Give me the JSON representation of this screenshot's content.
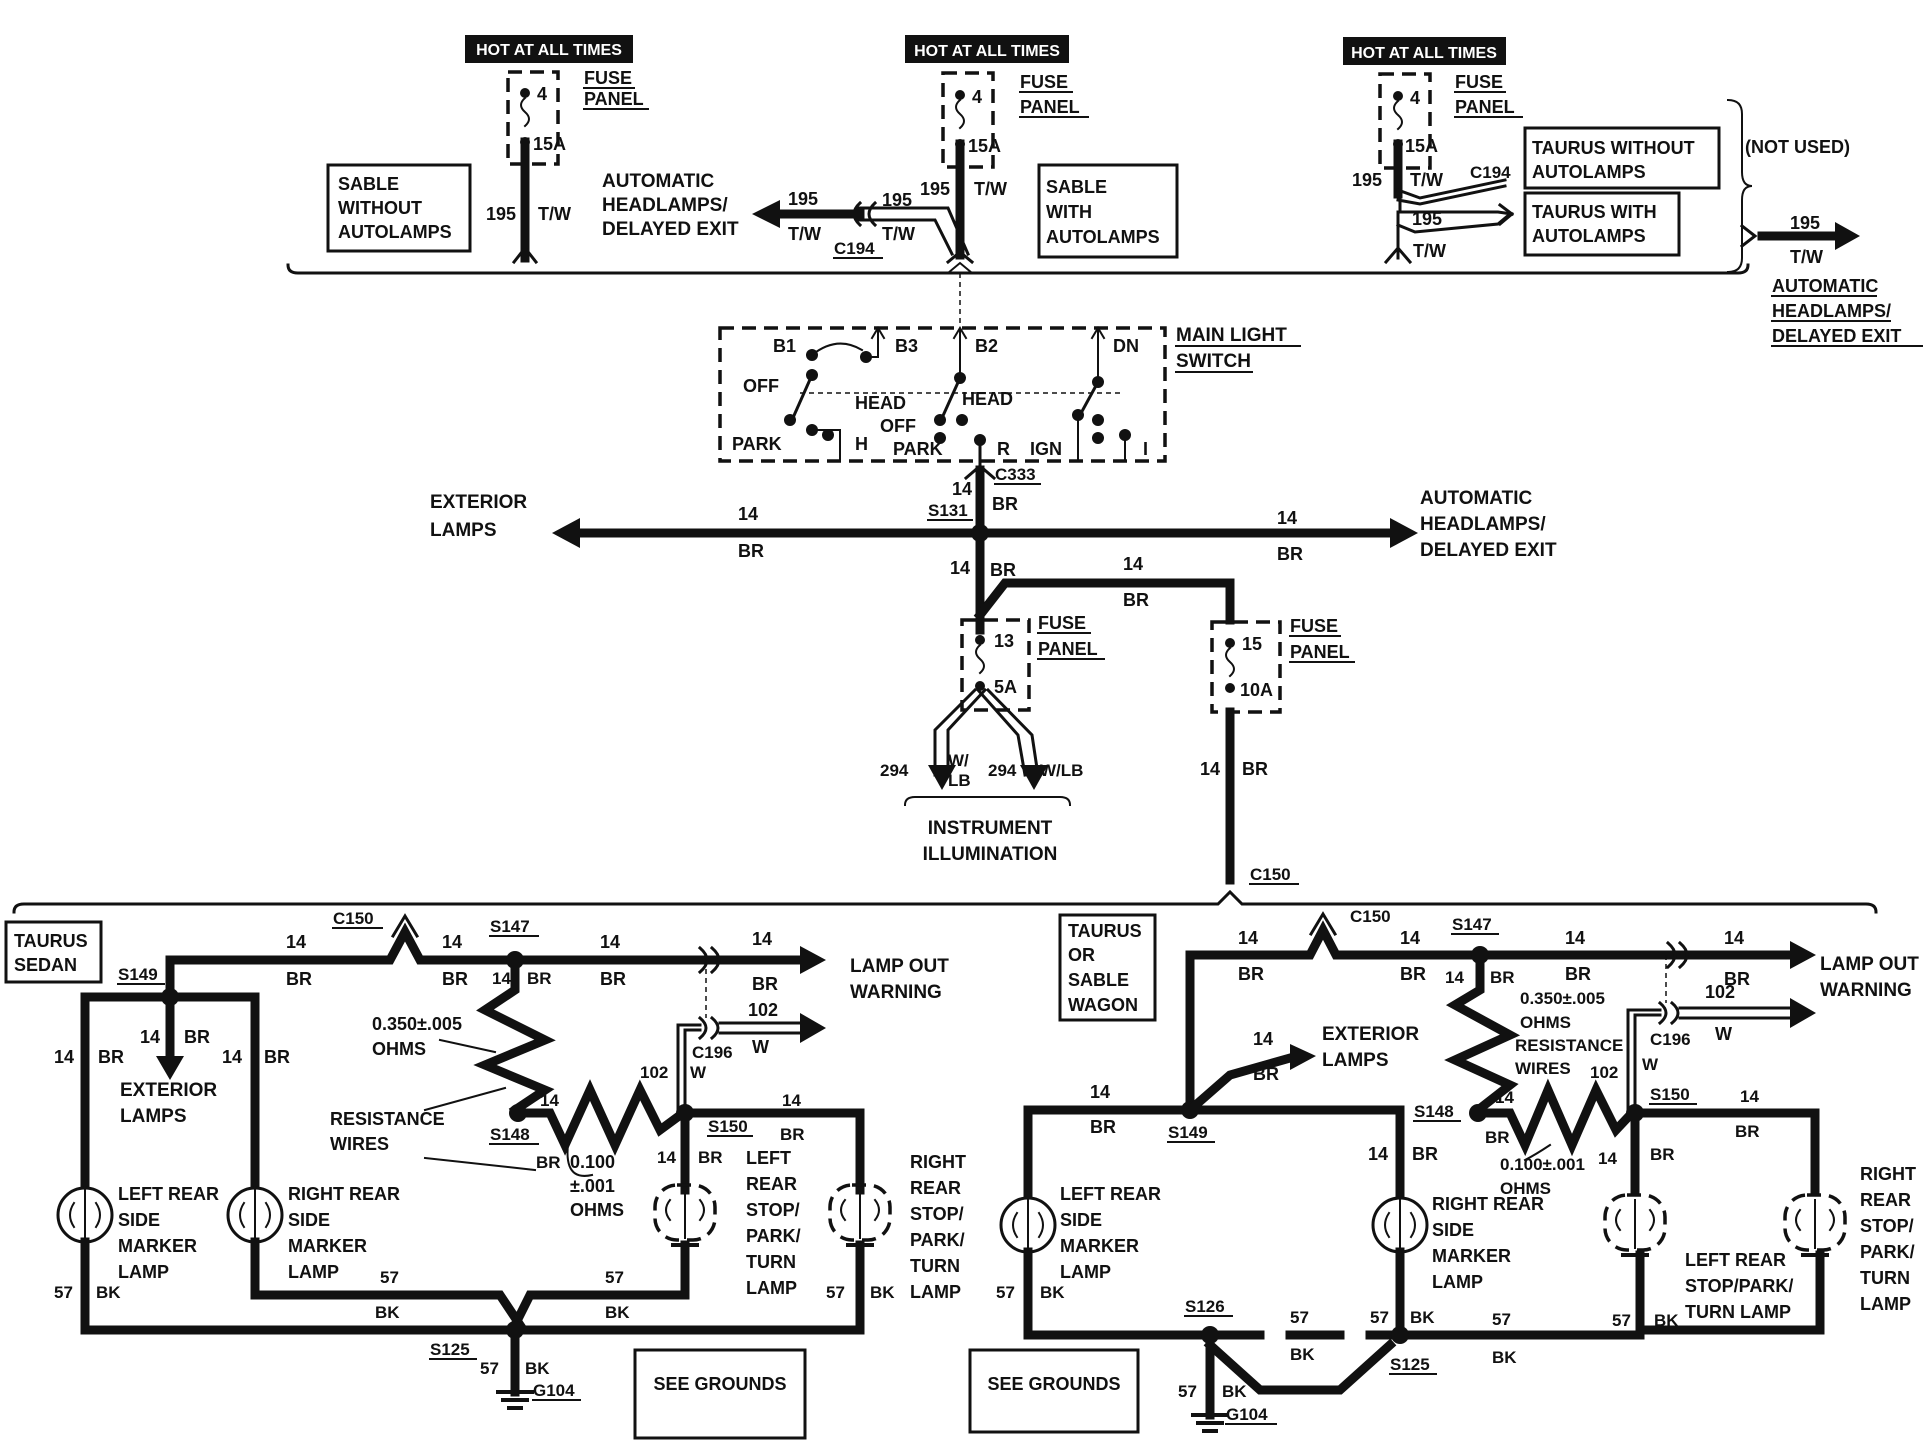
{
  "fuse_blocks": {
    "left": {
      "header": "HOT AT ALL TIMES",
      "fuse": "4",
      "rating": "15A",
      "label_line1": "FUSE",
      "label_line2": "PANEL",
      "circuit": "195",
      "color": "T/W"
    },
    "middle": {
      "header": "HOT AT ALL TIMES",
      "fuse": "4",
      "rating": "15A",
      "label_line1": "FUSE",
      "label_line2": "PANEL",
      "circuit": "195",
      "color": "T/W"
    },
    "right": {
      "header": "HOT AT ALL TIMES",
      "fuse": "4",
      "rating": "15A",
      "label_line1": "FUSE",
      "label_line2": "PANEL",
      "circuit": "195",
      "color": "T/W"
    }
  },
  "variants": {
    "sable_without": [
      "SABLE",
      "WITHOUT",
      "AUTOLAMPS"
    ],
    "sable_with": [
      "SABLE",
      "WITH",
      "AUTOLAMPS"
    ],
    "taurus_without": [
      "TAURUS WITHOUT",
      "AUTOLAMPS"
    ],
    "taurus_with": [
      "TAURUS WITH",
      "AUTOLAMPS"
    ],
    "not_used": "(NOT USED)",
    "taurus_sedan": [
      "TAURUS",
      "SEDAN"
    ],
    "taurus_wagon": [
      "TAURUS",
      "OR",
      "SABLE",
      "WAGON"
    ]
  },
  "top": {
    "auto_headlamps_left": [
      "AUTOMATIC",
      "HEADLAMPS/",
      "DELAYED EXIT"
    ],
    "auto_headlamps_right": [
      "AUTOMATIC",
      "HEADLAMPS/",
      "DELAYED EXIT"
    ],
    "c194": "C194",
    "w195": "195",
    "tw": "T/W"
  },
  "switch": {
    "title_line1": "MAIN LIGHT",
    "title_line2": "SWITCH",
    "b1": "B1",
    "b3": "B3",
    "b2": "B2",
    "dn": "DN",
    "off": "OFF",
    "park": "PARK",
    "h": "H",
    "head": "HEAD",
    "head_off_park": [
      "HEAD",
      "OFF",
      "PARK"
    ],
    "r": "R",
    "ign": "IGN",
    "i": "I",
    "c333": "C333"
  },
  "mid": {
    "exterior_lamps": [
      "EXTERIOR",
      "LAMPS"
    ],
    "auto_headlamps": [
      "AUTOMATIC",
      "HEADLAMPS/",
      "DELAYED EXIT"
    ],
    "s131": "S131",
    "w14": "14",
    "br": "BR",
    "fuse13": {
      "fuse": "13",
      "rating": "5A",
      "label_line1": "FUSE",
      "label_line2": "PANEL"
    },
    "fuse15": {
      "fuse": "15",
      "rating": "10A",
      "label_line1": "FUSE",
      "label_line2": "PANEL"
    },
    "w294": "294",
    "wlb": "W/LB",
    "wlb_split": [
      "W/",
      "LB"
    ],
    "instrument": [
      "INSTRUMENT",
      "ILLUMINATION"
    ],
    "c150": "C150"
  },
  "sedan": {
    "c150": "C150",
    "s147": "S147",
    "s149": "S149",
    "s148": "S148",
    "s150": "S150",
    "s125": "S125",
    "g104": "G104",
    "c196": "C196",
    "lamp_out": [
      "LAMP OUT",
      "WARNING"
    ],
    "exterior": [
      "EXTERIOR",
      "LAMPS"
    ],
    "ohms_350": [
      "0.350±.005",
      "OHMS"
    ],
    "ohms_100": [
      "0.100",
      "±.001",
      "OHMS"
    ],
    "resistance": [
      "RESISTANCE",
      "WIRES"
    ],
    "left_side": [
      "LEFT REAR",
      "SIDE",
      "MARKER",
      "LAMP"
    ],
    "right_side": [
      "RIGHT REAR",
      "SIDE",
      "MARKER",
      "LAMP"
    ],
    "left_stop": [
      "LEFT",
      "REAR",
      "STOP/",
      "PARK/",
      "TURN",
      "LAMP"
    ],
    "right_stop": [
      "RIGHT",
      "REAR",
      "STOP/",
      "PARK/",
      "TURN",
      "LAMP"
    ],
    "see_grounds": "SEE GROUNDS",
    "w57": "57",
    "bk": "BK",
    "w102": "102",
    "w": "W"
  },
  "wagon": {
    "c150": "C150",
    "s147": "S147",
    "s149": "S149",
    "s148": "S148",
    "s150": "S150",
    "s126": "S126",
    "s125": "S125",
    "g104": "G104",
    "c196": "C196",
    "lamp_out": [
      "LAMP OUT",
      "WARNING"
    ],
    "exterior": [
      "EXTERIOR",
      "LAMPS"
    ],
    "ohms_350": [
      "0.350±.005",
      "OHMS"
    ],
    "ohms_100": [
      "0.100±.001",
      "OHMS"
    ],
    "resistance": [
      "RESISTANCE",
      "WIRES"
    ],
    "left_side": [
      "LEFT REAR",
      "SIDE",
      "MARKER",
      "LAMP"
    ],
    "right_side": [
      "RIGHT REAR",
      "SIDE",
      "MARKER",
      "LAMP"
    ],
    "left_stop": [
      "LEFT REAR",
      "STOP/PARK/",
      "TURN LAMP"
    ],
    "right_stop": [
      "RIGHT",
      "REAR",
      "STOP/",
      "PARK/",
      "TURN",
      "LAMP"
    ],
    "see_grounds": "SEE GROUNDS"
  }
}
